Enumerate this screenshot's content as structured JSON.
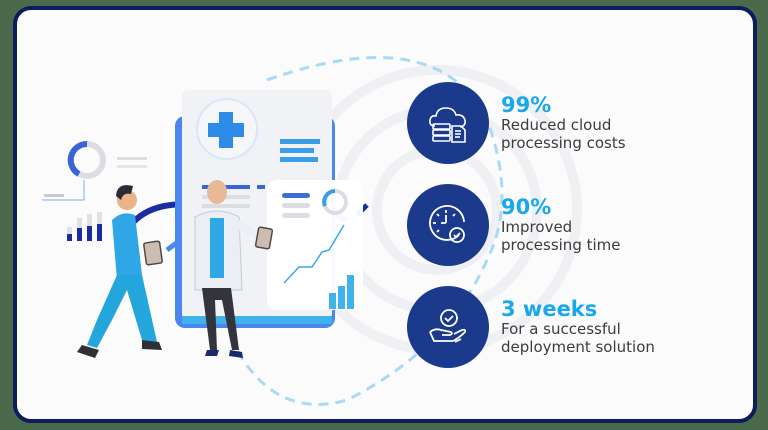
{
  "colors": {
    "outer_background": "#4b6a4b",
    "card_border": "#0d1c5c",
    "card_background": "#fbfbfc",
    "stat_circle": "#1b3a8c",
    "stat_value": "#1aa7ec",
    "stat_label": "#3c3c3c"
  },
  "stats": [
    {
      "icon": "cloud-server-icon",
      "value": "99%",
      "label": "Reduced cloud\nprocessing costs"
    },
    {
      "icon": "clock-check-icon",
      "value": "90%",
      "label": "Improved\nprocessing time"
    },
    {
      "icon": "hand-check-icon",
      "value": "3 weeks",
      "label": "For a successful\ndeployment solution"
    }
  ],
  "illustration": {
    "description": "two healthcare workers with tablets in front of a medical clipboard and analytics charts"
  }
}
